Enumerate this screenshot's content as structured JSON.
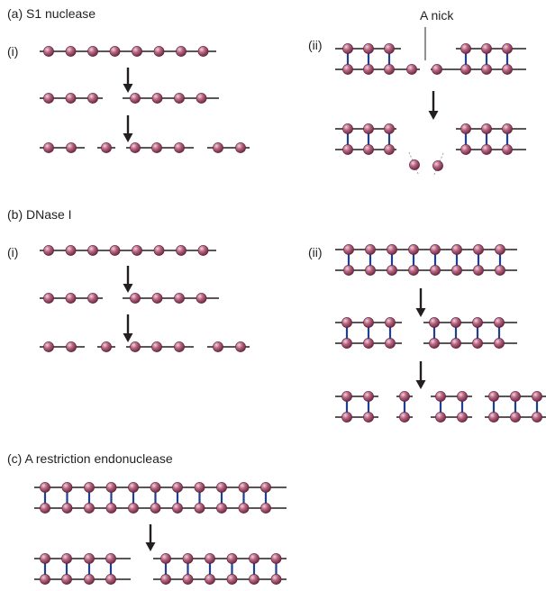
{
  "labels": {
    "section_a": "(a) S1 nuclease",
    "section_b": "(b) DNase I",
    "section_c": "(c) A restriction endonuclease",
    "roman_i": "(i)",
    "roman_ii": "(ii)",
    "nick": "A nick"
  },
  "colors": {
    "nucleotide": "#a8506f",
    "nucleotide_highlight": "#f2d3df",
    "backbone": "#231f20",
    "base_pair_bond": "#1f3f8f",
    "arrow": "#231f20",
    "released_trail": "#a0a0a0"
  }
}
